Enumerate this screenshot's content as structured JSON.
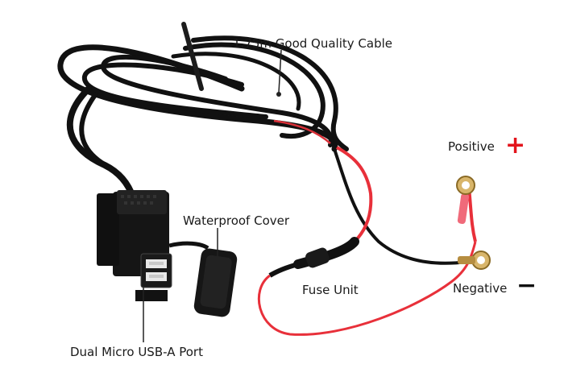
{
  "labels": {
    "cable": "1.75m Good Quality Cable",
    "positive": "Positive",
    "waterproof_cover": "Waterproof Cover",
    "fuse_unit": "Fuse Unit",
    "negative": "Negative",
    "usb_port": "Dual Micro USB-A Port"
  },
  "signs": {
    "plus": "+",
    "minus": "−"
  },
  "colors": {
    "positive_wire": "#e8303a",
    "plus_sign": "#e3141c",
    "cable": "#111111",
    "leader_line": "#222222"
  }
}
